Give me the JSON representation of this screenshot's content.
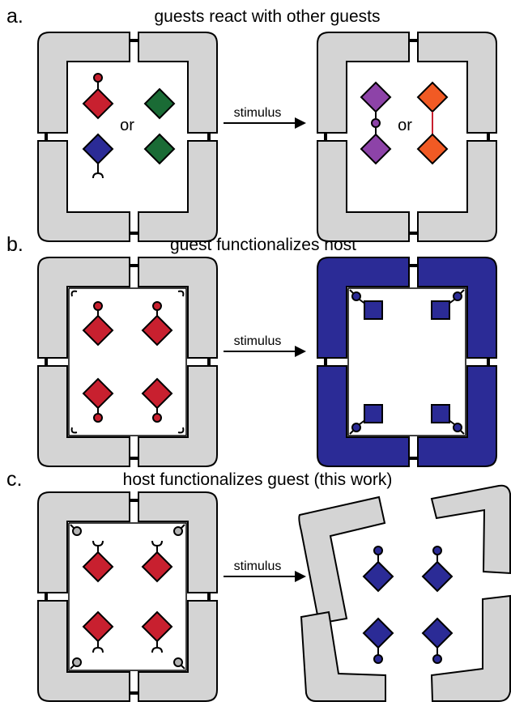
{
  "panels": [
    {
      "letter": "a.",
      "title": "guests react with other guests",
      "or_left": "or",
      "or_right": "or",
      "arrow_label": "stimulus"
    },
    {
      "letter": "b.",
      "title": "guest functionalizes host",
      "arrow_label": "stimulus"
    },
    {
      "letter": "c.",
      "title": "host functionalizes guest (this work)",
      "arrow_label": "stimulus"
    }
  ],
  "colors": {
    "host_gray": "#d4d4d4",
    "host_blue": "#2b2b96",
    "guest_red": "#c8202f",
    "guest_green": "#1a6b35",
    "guest_blue": "#2b2b96",
    "guest_purple": "#8d43a8",
    "guest_orange": "#f15a24",
    "knob_gray": "#b3b3b3",
    "outline": "#000000"
  },
  "icons": {
    "arrow": "arrow-right-icon"
  }
}
